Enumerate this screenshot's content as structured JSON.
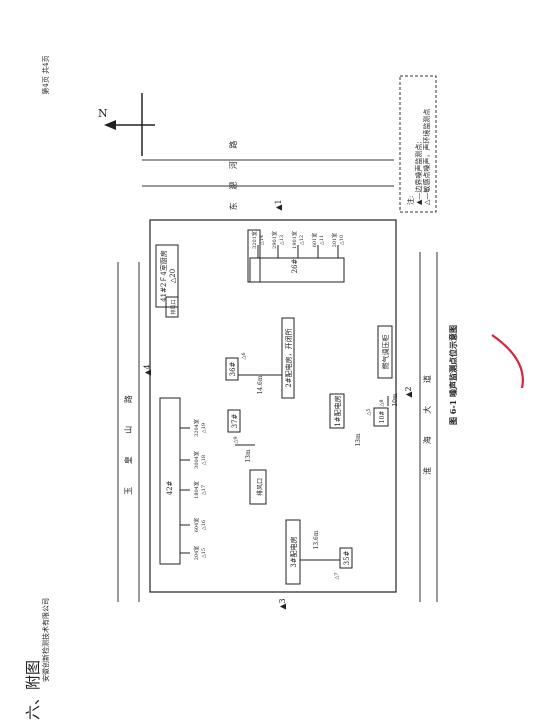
{
  "header": {
    "page_number": "第4页 共4页",
    "company": "安徽创新检测技术有限公司"
  },
  "section_title": "六、附图",
  "figure": {
    "caption": "图 6-1  噪声监测点位示意图",
    "north_label": "N",
    "roads": {
      "east": "东 淝 河 路",
      "north": "玉 皇 山 路",
      "south": "淮 海 大 道"
    },
    "legend": {
      "title": "注:",
      "line1": "▲—边界噪声监测点;",
      "line2": "△—敏感点噪声，声环境监测点"
    },
    "boundary_points": [
      {
        "label": "▲1"
      },
      {
        "label": "▲2"
      },
      {
        "label": "▲3"
      },
      {
        "label": "▲4"
      }
    ],
    "buildings": {
      "b41": "41#2Ｆ4室厨房",
      "b41_point": "△20",
      "exhaust_top": "排风口",
      "b26": "26#",
      "b26_floors": [
        {
          "floor": "3201室",
          "point": "△14"
        },
        {
          "floor": "2901室",
          "point": "△13"
        },
        {
          "floor": "1901室",
          "point": "△12"
        },
        {
          "floor": "601室",
          "point": "△11"
        },
        {
          "floor": "201室",
          "point": "△10"
        }
      ],
      "b42": "42#",
      "b42_floors": [
        {
          "floor": "204室",
          "point": "△15"
        },
        {
          "floor": "604室",
          "point": "△16"
        },
        {
          "floor": "1804室",
          "point": "△17"
        },
        {
          "floor": "3004室",
          "point": "△18"
        },
        {
          "floor": "3204室",
          "point": "△19"
        }
      ],
      "b36": "36#",
      "b36_point": "△6",
      "dist_36": "14.6m",
      "substation2": "2#配电房，开闭所",
      "b37": "37#",
      "b37_point": "△9",
      "dist_37": "13m",
      "exhaust_mid": "排风口",
      "substation1": "1#配电房",
      "dist_1": "13m",
      "b10": "10#",
      "b10_point_a": "△8",
      "b10_point_b": "△5",
      "dist_10": "10m",
      "gas": "燃气调压柜",
      "substation3": "3#配电房",
      "b35": "35#",
      "b35_point": "△7",
      "dist_35": "13.6m"
    }
  }
}
